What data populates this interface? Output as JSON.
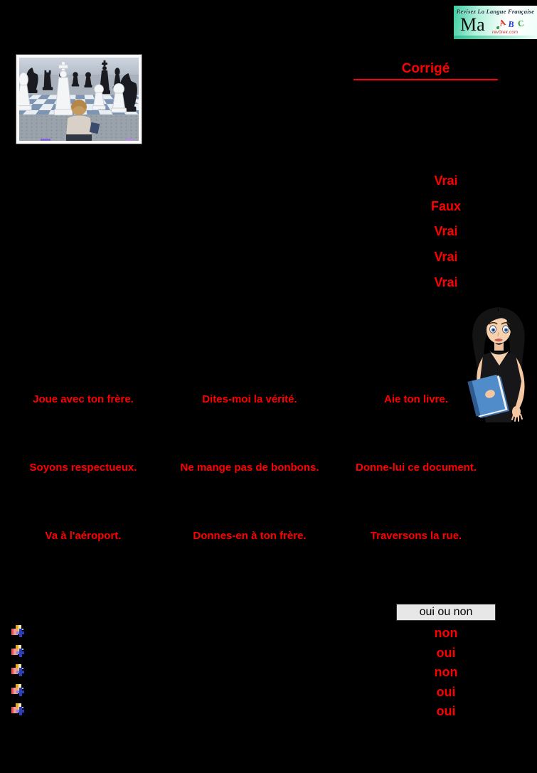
{
  "colors": {
    "page_bg": "#000000",
    "accent_red": "#ff0000",
    "box_bg": "#e7e7e7",
    "box_border": "#333333",
    "logo_teal": "#3ecda0"
  },
  "logo": {
    "tagline": "Revisez La Langue Française",
    "big_text": "Ma",
    "abc_letters": {
      "a": "A",
      "b": "B",
      "c": "C"
    },
    "website": "rev0rek.com"
  },
  "header": {
    "title": "Corrigé"
  },
  "true_false": {
    "answers": [
      "Vrai",
      "Faux",
      "Vrai",
      "Vrai",
      "Vrai"
    ]
  },
  "imperatives": {
    "rows": [
      [
        "Joue avec ton frère.",
        "Dites-moi la vérité.",
        "Aie ton livre."
      ],
      [
        "Soyons respectueux.",
        "Ne mange pas de bonbons.",
        "Donne-lui ce document."
      ],
      [
        "Va à l'aéroport.",
        "Donnes-en à ton frère.",
        "Traversons la rue."
      ]
    ]
  },
  "oui_non": {
    "box_label": "oui ou non",
    "answers": [
      "non",
      "oui",
      "non",
      "oui",
      "oui"
    ],
    "audio_icon": "media-clip-icon"
  },
  "images": {
    "chess_photo": "child-watching-giant-outdoor-chessboard",
    "teacher": "cartoon-woman-holding-blue-books"
  }
}
